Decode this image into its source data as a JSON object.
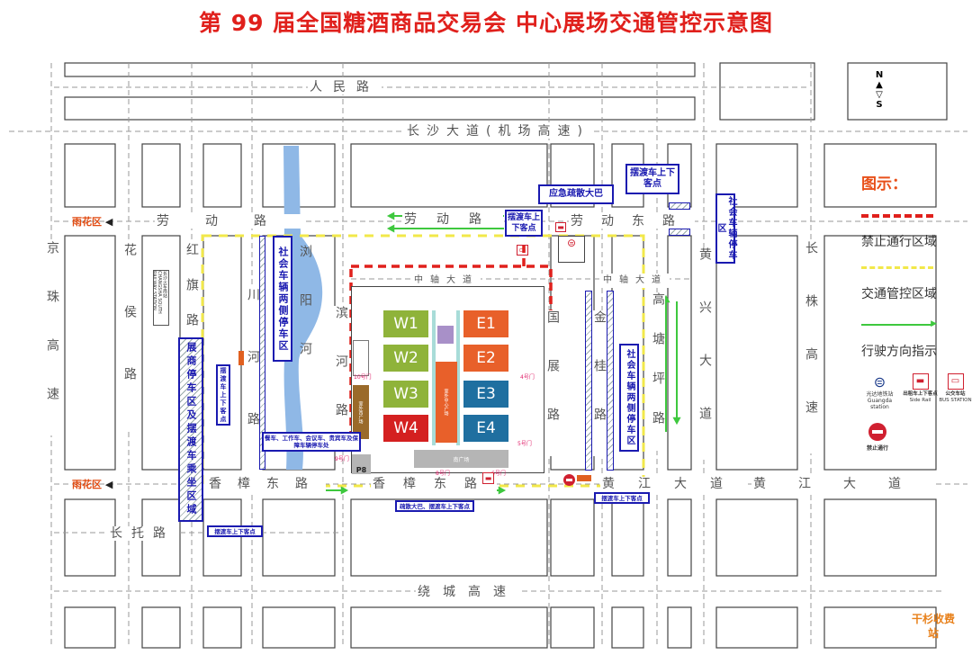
{
  "title": "第 99 届全国糖酒商品交易会  中心展场交通管控示意图",
  "compass": {
    "north": "N",
    "south": "S"
  },
  "roads": {
    "renmin": "人民路",
    "changsha": "长沙大道(机场高速)",
    "laodong_left": "劳动路",
    "laodong_mid": "劳动路",
    "laodong_east": "劳动东路",
    "zhongzhou_left": "中轴大道",
    "zhongzhou_right": "中轴大道",
    "xiangzhang_left": "香樟东路",
    "xiangzhang_mid": "香樟东路",
    "huangjiang": "黄江大道",
    "huangjiang_right": "黄江大道",
    "changtuo": "长托路",
    "raocheng": "绕城高速",
    "jingzhu": "京珠高速",
    "huahou": "花侯路",
    "hongqi": "红旗路",
    "chuanhe": "川河路",
    "liuyang_river": "浏阳河",
    "binhe": "滨河路",
    "guozhan": "国展路",
    "jingui": "金桂路",
    "gaotangping": "高塘坪路",
    "huangxing": "黄兴大道",
    "changzhu": "长株高速"
  },
  "districts": {
    "yuhua_top": "雨花区",
    "yuhua_bottom": "雨花区",
    "toll": "干杉收费站"
  },
  "station_sign": "长沙火车南站 CHANGSHA SOUTH RAILWAY STATION",
  "halls": {
    "west": [
      "W1",
      "W2",
      "W3",
      "W4"
    ],
    "east": [
      "E1",
      "E2",
      "E3",
      "E4"
    ],
    "colors": {
      "w": "#8fb33a",
      "w4": "#d42020",
      "e_orange": "#e8602a",
      "e_blue": "#1f6fa0"
    }
  },
  "venue": {
    "south_square": "南广场",
    "west_square": "室外西广场",
    "center_square": "室外中心广场",
    "parking": "P8",
    "gates": [
      "10号门",
      "4号门",
      "5号门",
      "9号门",
      "8号门",
      "6号门"
    ]
  },
  "callouts": {
    "emergency_bus": "应急疏散大巴",
    "shuttle_north": "摆渡车上下客点",
    "shuttle_ne": "摆渡车上下客点",
    "public_parking_ne": "社会车辆停车区",
    "public_parking_river": "社会车辆两侧停车区",
    "shuttle_chuanhe": "摆渡车上下客点",
    "exhibitor_parking": "展商停车区及摆渡车乘坐区域",
    "service_parking": "餐车、工作车、会议车、贵宾车及保障车辆停车处",
    "shuttle_sw": "摆渡车上下客点",
    "evac_shuttle": "疏散大巴、摆渡车上下客点",
    "shuttle_se": "摆渡车上下客点",
    "public_parking_east": "社会车辆两侧停车区"
  },
  "legend": {
    "title": "图示：",
    "no_entry_zone": "禁止通行区域",
    "control_zone": "交通管控区域",
    "direction": "行驶方向指示",
    "metro": "光达地铁站",
    "metro_en": "Guangda station",
    "taxi": "出租车上下客点",
    "taxi_en": "Side Rail",
    "bus": "公交车站",
    "bus_en": "BUS STATION",
    "no_passage": "禁止通行",
    "colors": {
      "no_entry": "#e0201c",
      "control": "#f2e84a",
      "direction": "#3ec83e"
    }
  }
}
